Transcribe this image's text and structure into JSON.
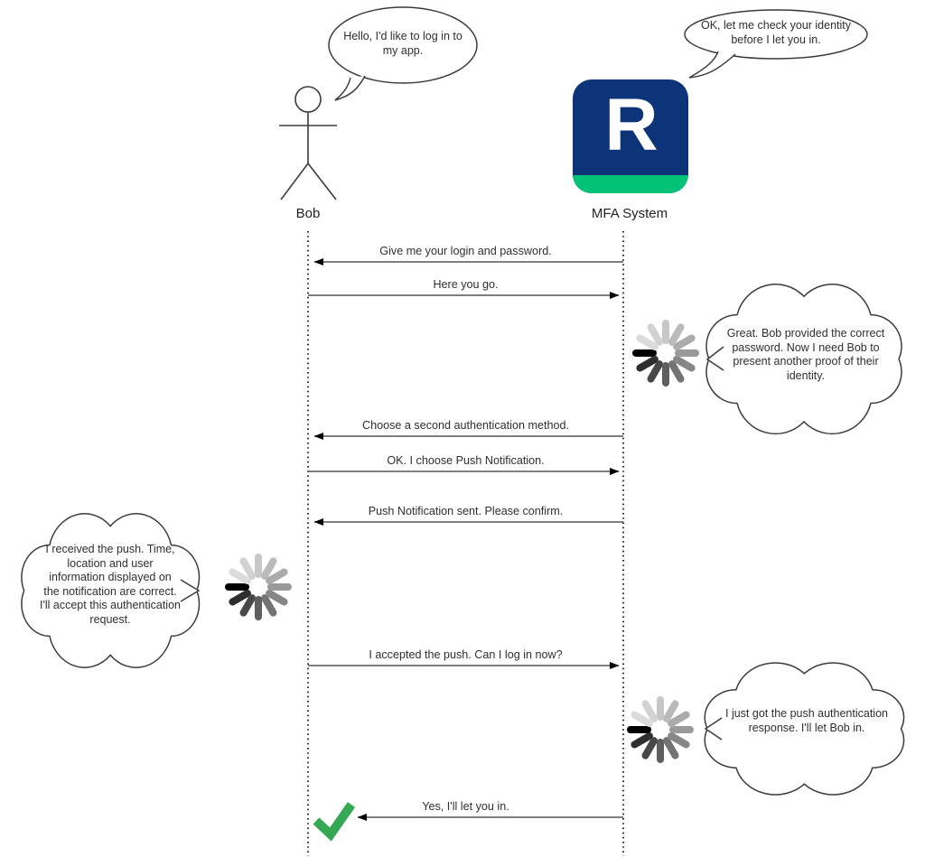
{
  "actors": {
    "bob": {
      "label": "Bob",
      "speech": "Hello, I'd like to log in to my app."
    },
    "mfa": {
      "label": "MFA System",
      "logo_letter": "R",
      "speech": "OK, let me check your identity before I let you in."
    }
  },
  "messages": [
    {
      "label": "Give me your login and password.",
      "from": "mfa",
      "to": "bob"
    },
    {
      "label": "Here you go.",
      "from": "bob",
      "to": "mfa"
    },
    {
      "label": "Choose a second authentication method.",
      "from": "mfa",
      "to": "bob"
    },
    {
      "label": "OK. I choose Push Notification.",
      "from": "bob",
      "to": "mfa"
    },
    {
      "label": "Push Notification sent. Please confirm.",
      "from": "mfa",
      "to": "bob"
    },
    {
      "label": "I accepted the push. Can I log in now?",
      "from": "bob",
      "to": "mfa"
    },
    {
      "label": "Yes, I'll let you in.",
      "from": "mfa",
      "to": "bob"
    }
  ],
  "thoughts": [
    {
      "owner": "mfa",
      "text": "Great. Bob provided the correct password. Now I need Bob to present another proof of their identity."
    },
    {
      "owner": "bob",
      "text": "I received the push. Time, location and user information displayed on the notification are correct. I'll accept this authentication request."
    },
    {
      "owner": "mfa",
      "text": "I just got the push authentication response. I'll let Bob in."
    }
  ],
  "icons": {
    "spinner": "loading-spinner",
    "check": "green-checkmark"
  },
  "colors": {
    "logo_navy": "#0d3478",
    "logo_green": "#00c377",
    "check_green": "#34a853",
    "line": "#545454"
  }
}
